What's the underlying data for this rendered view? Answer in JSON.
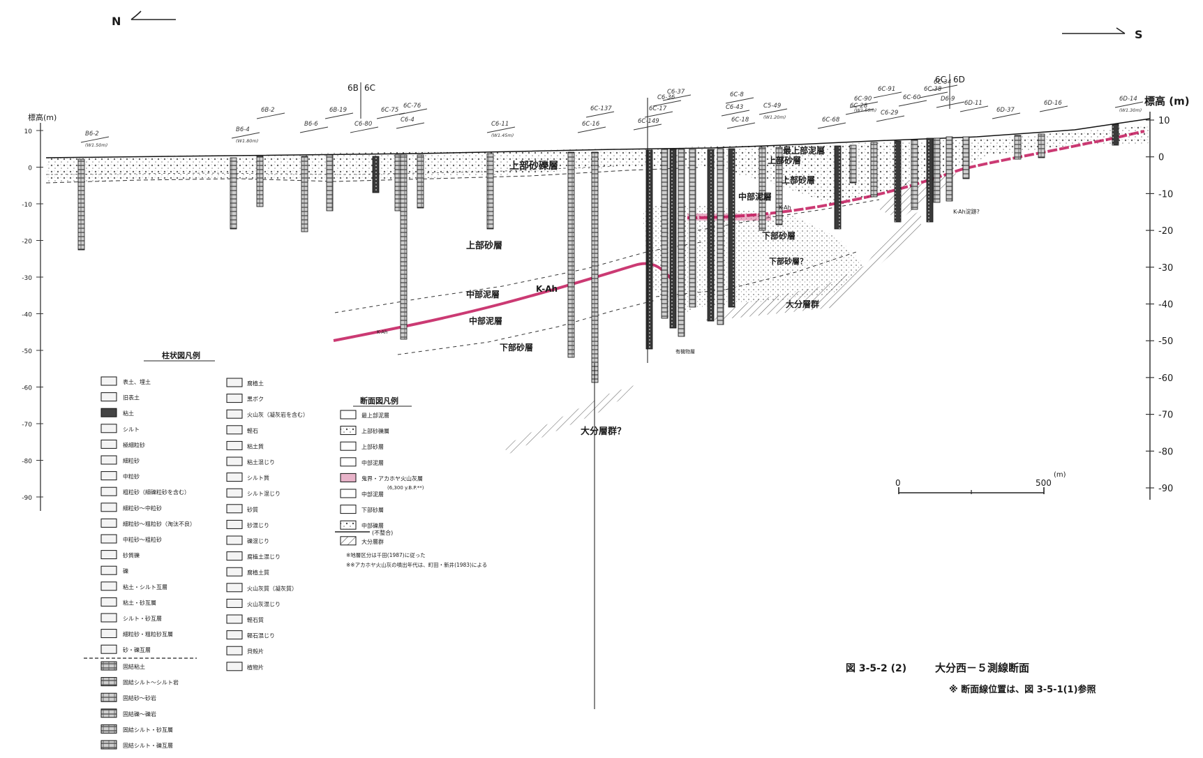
{
  "compass": {
    "north": "N",
    "south": "S"
  },
  "left_axis": {
    "label": "標高(m)",
    "ticks": [
      "10",
      "0",
      "-10",
      "-20",
      "-30",
      "-40",
      "-50",
      "-60",
      "-70",
      "-80",
      "-90"
    ]
  },
  "right_axis": {
    "label": "標高 (m)",
    "ticks": [
      "10",
      "0",
      "-10",
      "-20",
      "-30",
      "-40",
      "-50",
      "-60",
      "-70",
      "-80",
      "-90"
    ]
  },
  "groups": [
    "6B",
    "6C",
    "6C",
    "6D"
  ],
  "boreholes": [
    {
      "name": "B6-2",
      "sub": "(W1.50m)"
    },
    {
      "name": "B6-4",
      "sub": "(W1.80m)"
    },
    {
      "name": "6B-2",
      "sub": ""
    },
    {
      "name": "B6-6",
      "sub": ""
    },
    {
      "name": "6B-19",
      "sub": ""
    },
    {
      "name": "C6-80",
      "sub": ""
    },
    {
      "name": "6C-75",
      "sub": ""
    },
    {
      "name": "C6-4",
      "sub": ""
    },
    {
      "name": "6C-76",
      "sub": ""
    },
    {
      "name": "C6-11",
      "sub": "(W1.45m)"
    },
    {
      "name": "6C-16",
      "sub": ""
    },
    {
      "name": "6C-137",
      "sub": ""
    },
    {
      "name": "6C-149",
      "sub": ""
    },
    {
      "name": "6C-17",
      "sub": ""
    },
    {
      "name": "C6-36",
      "sub": ""
    },
    {
      "name": "C6-37",
      "sub": ""
    },
    {
      "name": "6C-18",
      "sub": ""
    },
    {
      "name": "C6-43",
      "sub": ""
    },
    {
      "name": "6C-8",
      "sub": ""
    },
    {
      "name": "C5-49",
      "sub": "(W1.20m)"
    },
    {
      "name": "6C-68",
      "sub": ""
    },
    {
      "name": "6C-28",
      "sub": ""
    },
    {
      "name": "6C-90",
      "sub": "(W1.50m)"
    },
    {
      "name": "6C-91",
      "sub": ""
    },
    {
      "name": "C6-29",
      "sub": ""
    },
    {
      "name": "6C-60",
      "sub": ""
    },
    {
      "name": "6C-38",
      "sub": ""
    },
    {
      "name": "6C-34",
      "sub": ""
    },
    {
      "name": "D6-9",
      "sub": ""
    },
    {
      "name": "6D-11",
      "sub": ""
    },
    {
      "name": "6D-37",
      "sub": ""
    },
    {
      "name": "6D-16",
      "sub": ""
    },
    {
      "name": "6D-14",
      "sub": "(W1.30m)"
    }
  ],
  "strata_labels": [
    "上部砂礫層",
    "上部砂層",
    "中部泥層",
    "K-Ah",
    "中部泥層",
    "下部砂層",
    "大分層群？",
    "最上部泥層",
    "上部砂層",
    "上部砂層",
    "中部泥層",
    "K-Ah",
    "下部砂層",
    "下部砂層？",
    "大分層群",
    "K-Ah",
    "K-Ah淀跡?",
    "有機物層"
  ],
  "column_legend": {
    "title": "柱状図凡例",
    "col1": [
      "表土、埋土",
      "旧表土",
      "粘土",
      "シルト",
      "極細粒砂",
      "細粒砂",
      "中粒砂",
      "粗粒砂（細礫粒砂を含む）",
      "細粒砂〜中粒砂",
      "細粒砂〜粗粒砂（淘汰不良）",
      "中粒砂〜粗粒砂",
      "砂質礫",
      "礫",
      "粘土・シルト互層",
      "粘土・砂互層",
      "シルト・砂互層",
      "細粒砂・粗粒砂互層",
      "砂・礫互層"
    ],
    "col1_b": [
      "固結粘土",
      "固結シルト〜シルト岩",
      "固結砂〜砂岩",
      "固結礫〜礫岩",
      "固結シルト・砂互層",
      "固結シルト・礫互層"
    ],
    "col2": [
      "腐植土",
      "黒ボク",
      "火山灰（凝灰岩を含む）",
      "軽石",
      "粘土質",
      "粘土混じり",
      "シルト質",
      "シルト混じり",
      "砂質",
      "砂混じり",
      "礫混じり",
      "腐植土混じり",
      "腐植土質",
      "火山灰質（凝灰質）",
      "火山灰混じり",
      "軽石質",
      "軽石混じり",
      "貝殻片",
      "植物片"
    ]
  },
  "section_legend": {
    "title": "断面図凡例",
    "items": [
      "最上部泥層",
      "上部砂礫層",
      "上部砂層",
      "中部泥層",
      "鬼界・アカホヤ火山灰層",
      "中部泥層",
      "下部砂層",
      "中部礫層",
      "大分層群"
    ],
    "kah_note": "(6,300 y.B.P.**)",
    "unconformity": "(不整合)",
    "notes": [
      "※地層区分は千田(1987)に従った",
      "※※アカホヤ火山灰の噴出年代は、町田・新井(1983)による"
    ]
  },
  "scale_bar": {
    "zero": "0",
    "end": "500",
    "unit": "(m)"
  },
  "caption": {
    "fig_no": "図 3-5-2 (2)",
    "title": "大分西－５測線断面",
    "note": "※ 断面線位置は、図 3-5-1(1)参照"
  },
  "colors": {
    "kah": "#c2185b",
    "ink": "#1a1a1a"
  }
}
